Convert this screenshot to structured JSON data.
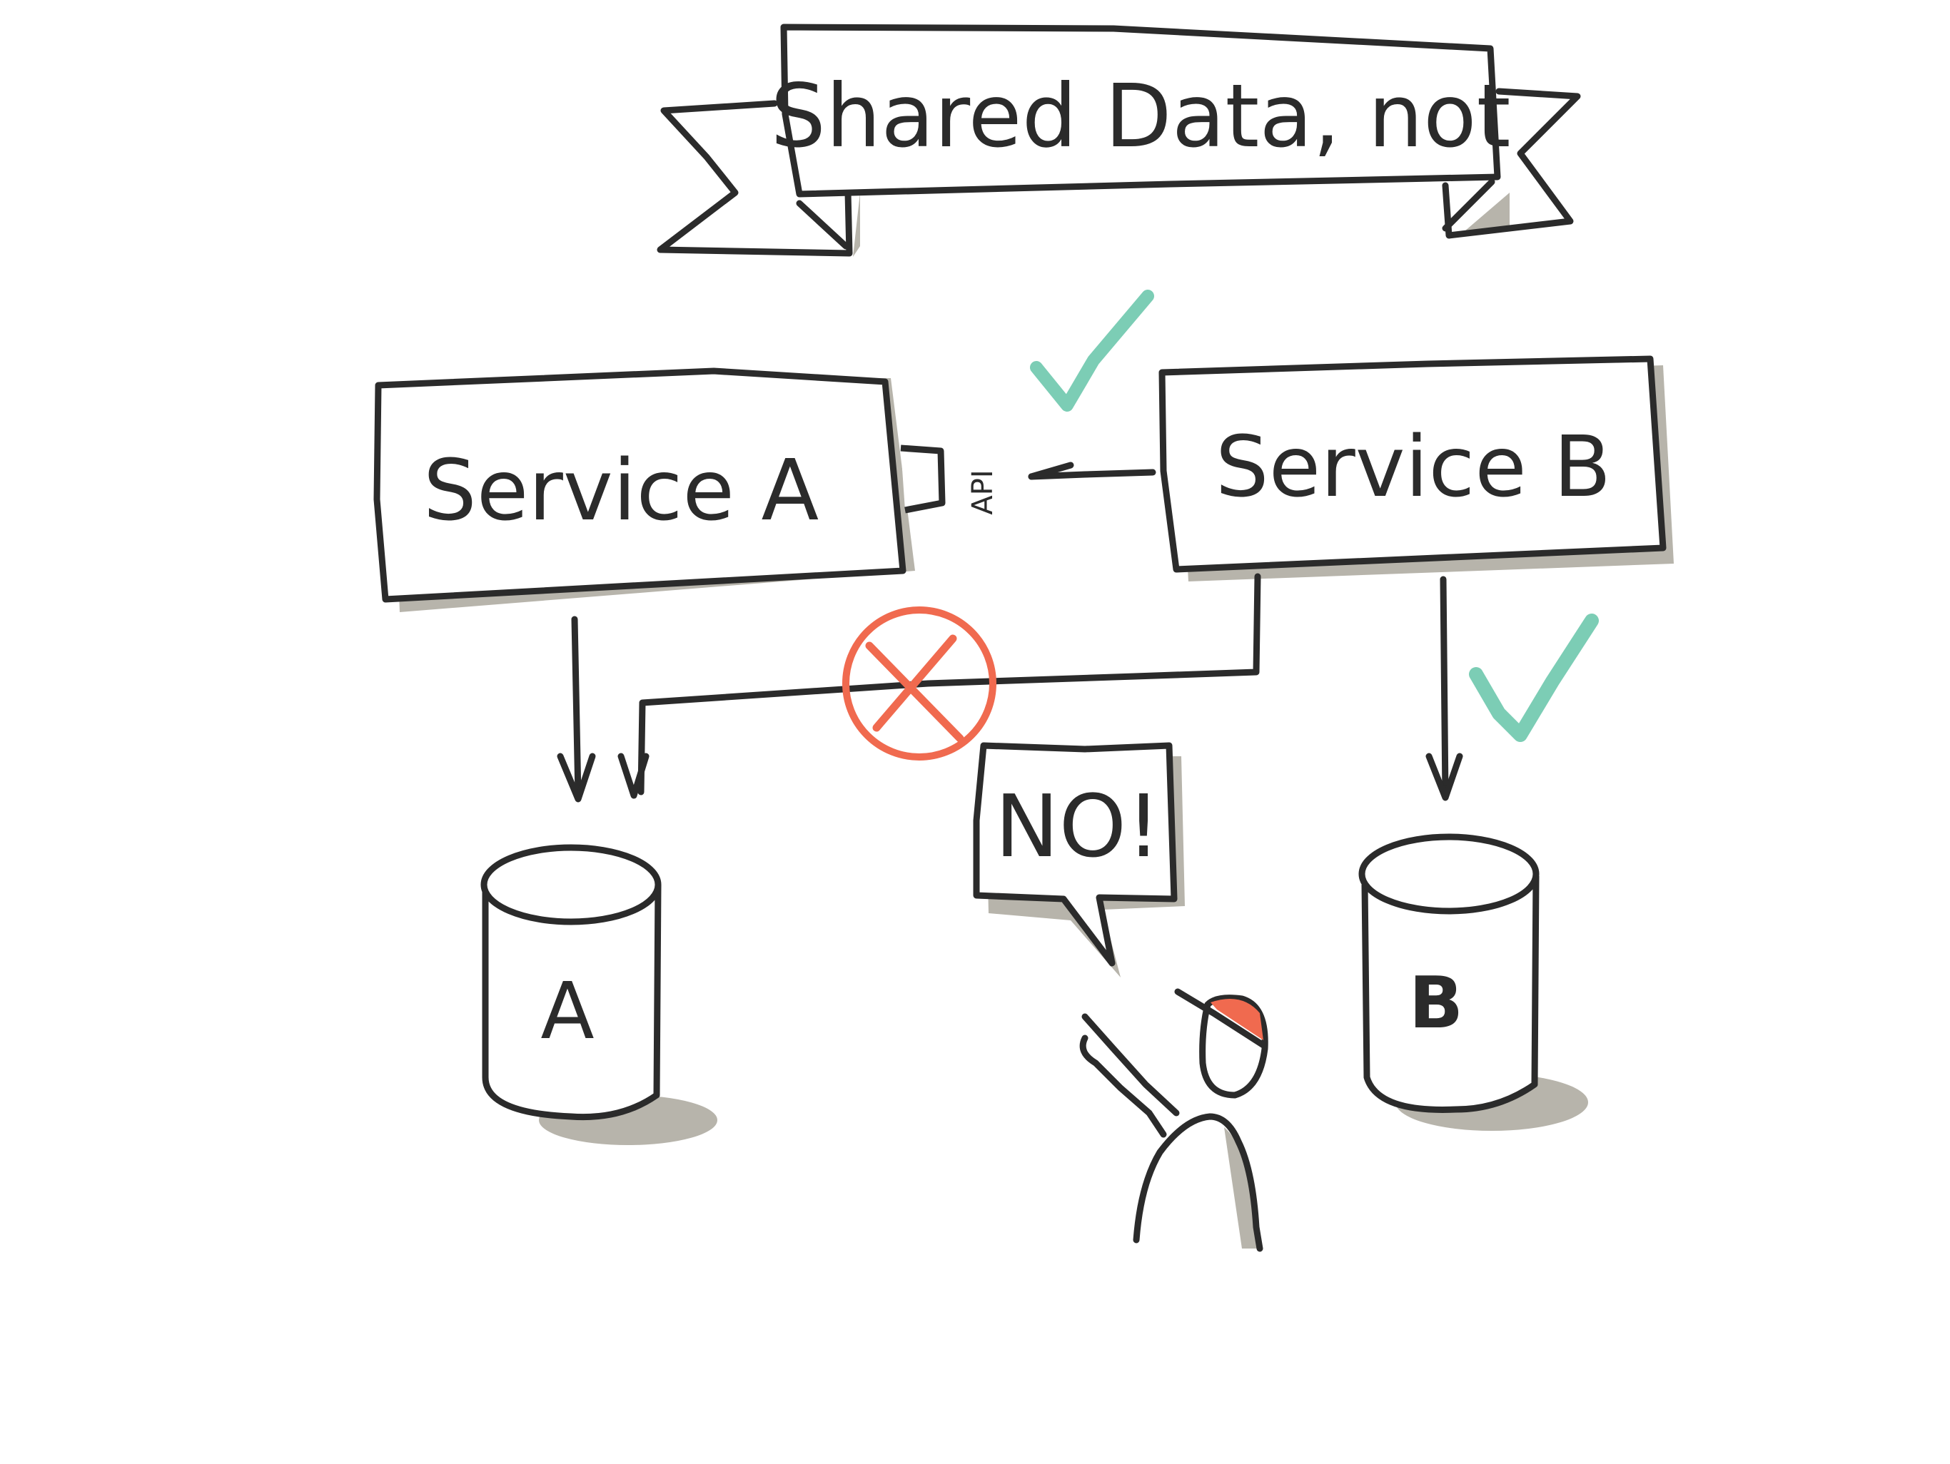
{
  "banner": {
    "title": "Shared Data, not"
  },
  "services": {
    "a": {
      "label": "Service A"
    },
    "b": {
      "label": "Service B"
    }
  },
  "interface": {
    "label": "API"
  },
  "databases": {
    "a": {
      "label": "A"
    },
    "b": {
      "label": "B"
    }
  },
  "speech": {
    "text": "NO!"
  },
  "colors": {
    "ink": "#2b2b2b",
    "shadow": "#b7b4ab",
    "check": "#7ccdb5",
    "forbidden": "#f06a4f"
  },
  "icons": [
    "check-icon",
    "cross-icon",
    "person-icon",
    "database-icon",
    "banner-ribbon"
  ]
}
